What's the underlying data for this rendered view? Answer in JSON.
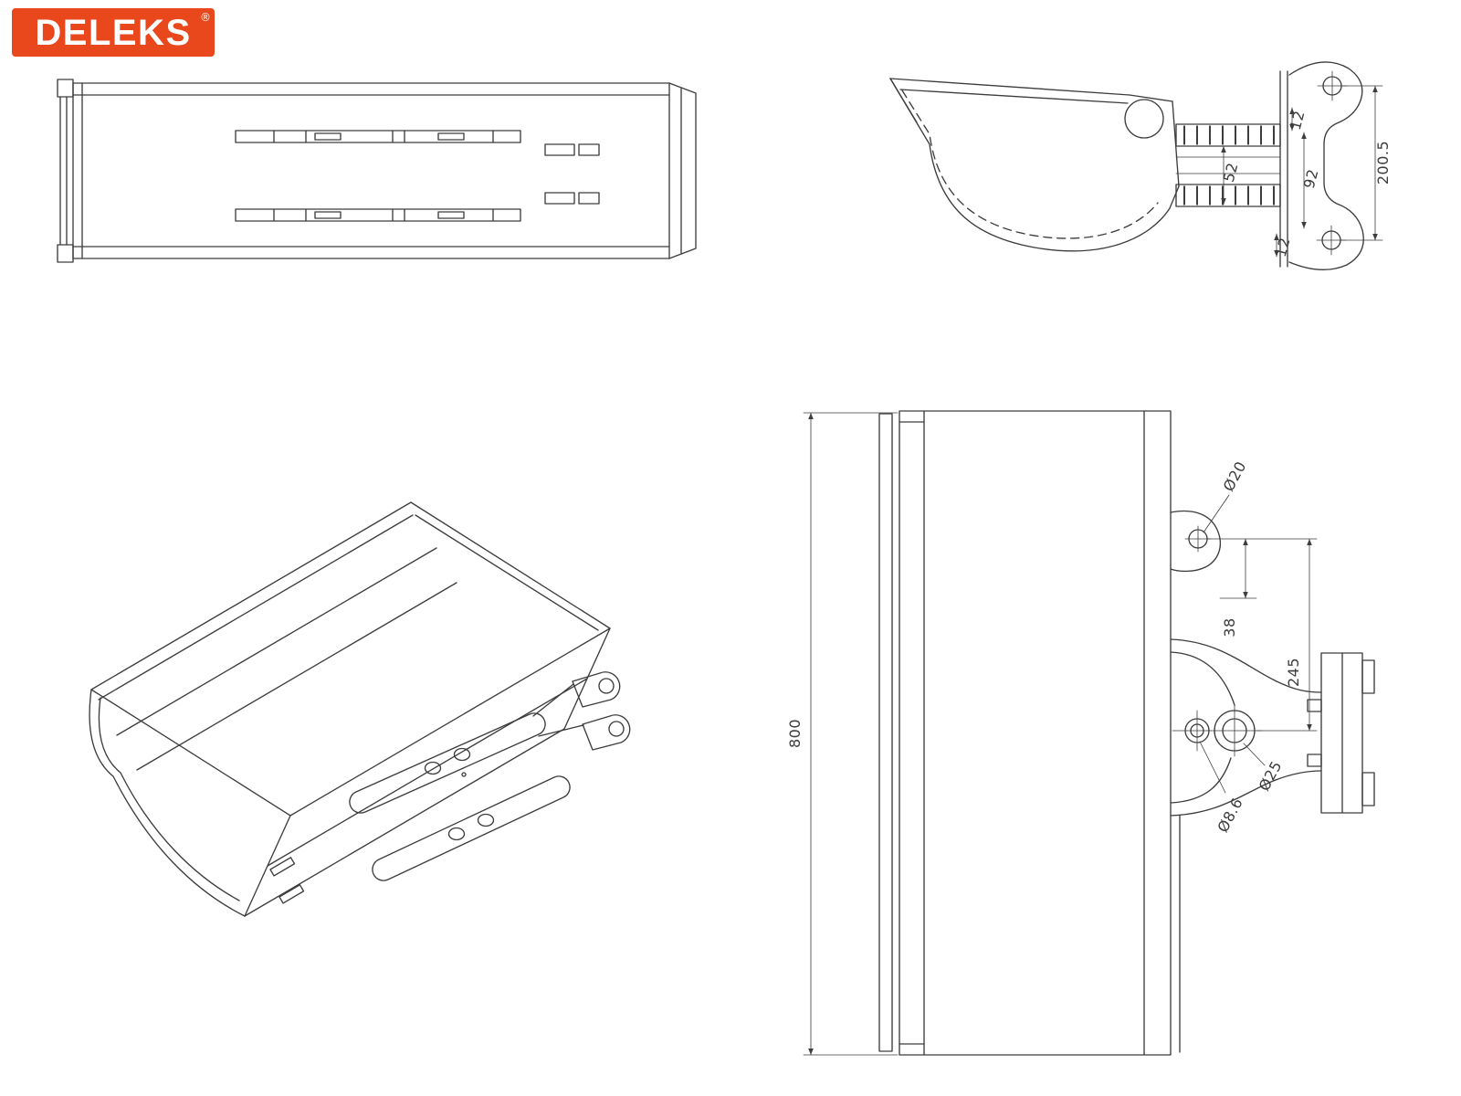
{
  "page": {
    "background": "#ffffff",
    "line_color": "#3d3d3d"
  },
  "logo": {
    "text": "DELEKS",
    "registered": "®",
    "background": "#e8481b",
    "text_color": "#ffffff"
  },
  "dimensions": {
    "side_view": {
      "plate_height": "200.5",
      "pin_span": "92",
      "arm_width": "52",
      "top_offset": "12",
      "bottom_offset": "12"
    },
    "rear_view": {
      "bucket_width": "800",
      "top_hole_dia": "Ø20",
      "hole_offset": "38",
      "mount_span": "245",
      "pin_dia": "Ø25",
      "small_hole_dia": "Ø8.6"
    }
  }
}
